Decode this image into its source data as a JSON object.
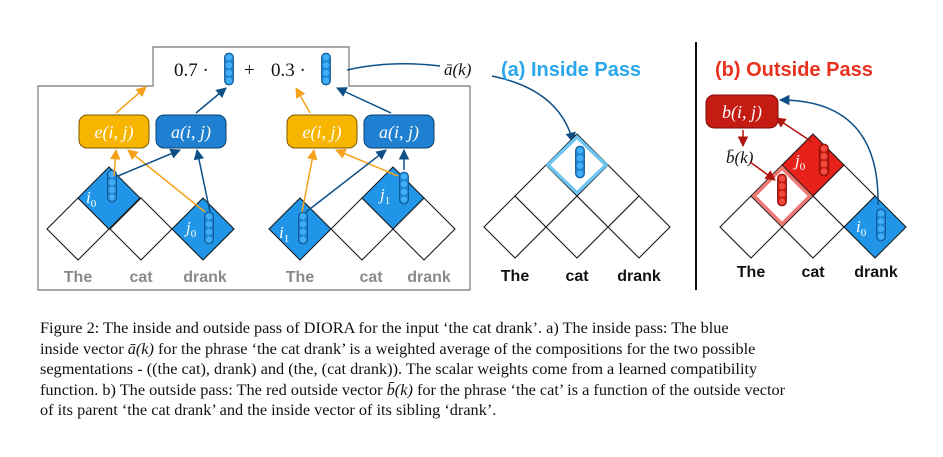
{
  "inside_detail": {
    "weight_left": "0.7 ·",
    "plus": "+",
    "weight_right": "0.3 ·",
    "node_e": "e(i, j)",
    "node_a": "a(i, j)",
    "idx_i0": "i",
    "idx_i0_sub": "0",
    "idx_j0": "j",
    "idx_j0_sub": "0",
    "idx_i1": "i",
    "idx_i1_sub": "1",
    "idx_j1": "j",
    "idx_j1_sub": "1",
    "words_left": [
      "The",
      "cat",
      "drank"
    ],
    "words_right": [
      "The",
      "cat",
      "drank"
    ]
  },
  "abar_label": "ā(k)",
  "inside_pass": {
    "title": "(a) Inside Pass",
    "words": [
      "The",
      "cat",
      "drank"
    ]
  },
  "outside_pass": {
    "title": "(b) Outside Pass",
    "node_b": "b(i, j)",
    "bbar_label": "b̄(k)",
    "idx_j0": "j",
    "idx_j0_sub": "0",
    "idx_i0": "i",
    "idx_i0_sub": "0",
    "words": [
      "The",
      "cat",
      "drank"
    ]
  },
  "colors": {
    "blue": "#2196e8",
    "blue_dark": "#0d4f86",
    "inside_title": "#2aa6ea",
    "orange": "#f7b500",
    "orange_arrow": "#f7a21c",
    "red": "#e52119",
    "red_dark": "#b0140e",
    "outside_title": "#e8321f",
    "highlight_blue": "#6cc4f0",
    "highlight_red": "#f07a72"
  },
  "caption": {
    "line1": "Figure 2: The inside and outside pass of DIORA for the input ‘the cat drank’.  a) The inside pass: The blue",
    "line2_a": "inside vector ",
    "line2_math": "ā(k)",
    "line2_b": " for the phrase ‘the cat drank’ is a weighted average of the compositions for the two possible",
    "line3": "segmentations - ((the cat), drank) and (the, (cat drank)). The scalar weights come from a learned compatibility",
    "line4_a": "function. b) The outside pass: The red outside vector ",
    "line4_math": "b̄(k)",
    "line4_b": " for the phrase ‘the cat’ is a function of the outside vector",
    "line5": "of its parent ‘the cat drank’ and the inside vector of its sibling ‘drank’."
  }
}
